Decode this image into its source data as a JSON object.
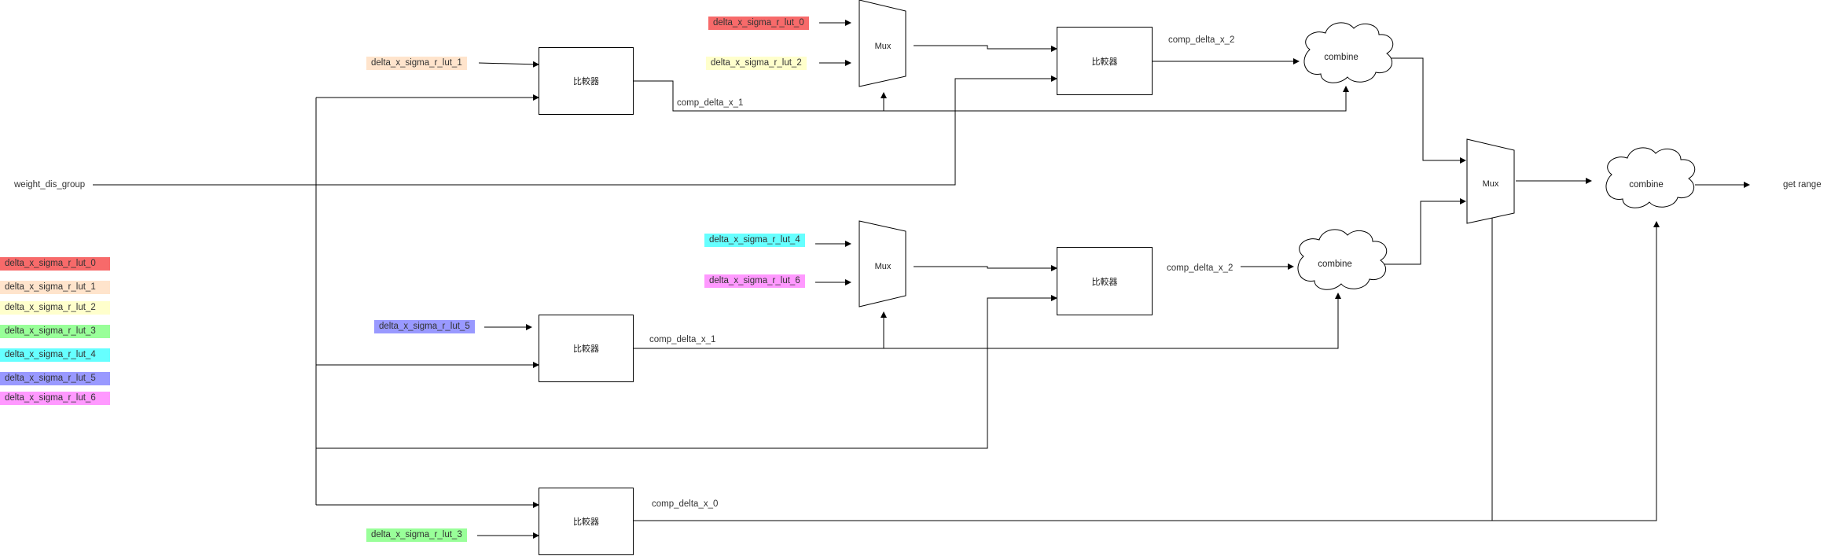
{
  "colors": {
    "lut0": "#f76a6a",
    "lut1": "#ffe4cc",
    "lut2": "#ffffcc",
    "lut3": "#99ff99",
    "lut4": "#66ffff",
    "lut5": "#9999ff",
    "lut6": "#ff99ff"
  },
  "labels": {
    "weight_dis_group": "weight_dis_group",
    "get_range": "get range",
    "comparator": "比較器",
    "mux": "Mux",
    "combine": "combine",
    "comp_delta_x_0": "comp_delta_x_0",
    "comp_delta_x_1": "comp_delta_x_1",
    "comp_delta_x_2": "comp_delta_x_2"
  },
  "luts": {
    "lut0": "delta_x_sigma_r_lut_0",
    "lut1": "delta_x_sigma_r_lut_1",
    "lut2": "delta_x_sigma_r_lut_2",
    "lut3": "delta_x_sigma_r_lut_3",
    "lut4": "delta_x_sigma_r_lut_4",
    "lut5": "delta_x_sigma_r_lut_5",
    "lut6": "delta_x_sigma_r_lut_6"
  },
  "legend": [
    {
      "key": "lut0",
      "text": "delta_x_sigma_r_lut_0"
    },
    {
      "key": "lut1",
      "text": "delta_x_sigma_r_lut_1"
    },
    {
      "key": "lut2",
      "text": "delta_x_sigma_r_lut_2"
    },
    {
      "key": "lut3",
      "text": "delta_x_sigma_r_lut_3"
    },
    {
      "key": "lut4",
      "text": "delta_x_sigma_r_lut_4"
    },
    {
      "key": "lut5",
      "text": "delta_x_sigma_r_lut_5"
    },
    {
      "key": "lut6",
      "text": "delta_x_sigma_r_lut_6"
    }
  ]
}
